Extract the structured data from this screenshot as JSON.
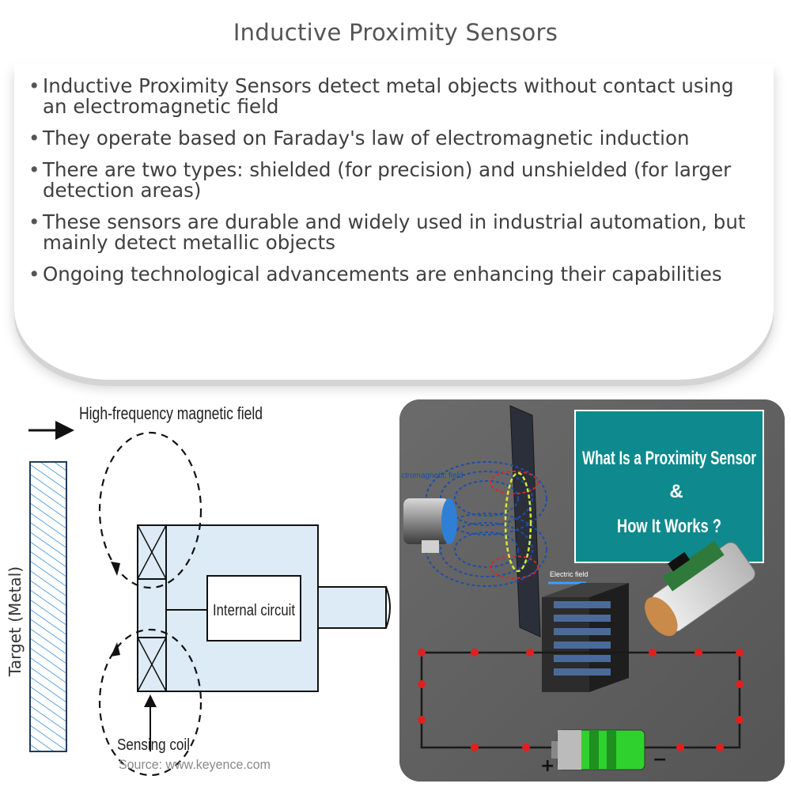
{
  "page": {
    "title": "Inductive Proximity Sensors"
  },
  "bullets": [
    "Inductive Proximity Sensors detect metal objects without contact using an electromagnetic field",
    "They operate based on Faraday's law of electromagnetic induction",
    "There are two types: shielded (for precision) and unshielded (for larger detection areas)",
    "These sensors are durable and widely used in industrial automation, but mainly detect metallic objects",
    "Ongoing technological advancements are enhancing their capabilities"
  ],
  "diagram": {
    "magnetic_field_label": "High-frequency magnetic field",
    "target_label": "Target (Metal)",
    "circuit_label": "Internal circuit",
    "coil_label": "Sensing coil",
    "source_label": "Source: www.keyence.com",
    "colors": {
      "sensor_fill": "#dcebf5",
      "target_stripes": "#3a8fd4"
    }
  },
  "photo": {
    "banner_line1": "What Is a Proximity Sensor",
    "banner_line2": "&",
    "banner_line3": "How It Works ?",
    "field_label": "ctromagnetic field",
    "electric_label": "Electric field",
    "plus_sign": "+",
    "minus_sign": "−",
    "colors": {
      "banner": "#0e8a8e",
      "battery_green": "#2fd12f",
      "wire_dot": "#e02020"
    }
  }
}
